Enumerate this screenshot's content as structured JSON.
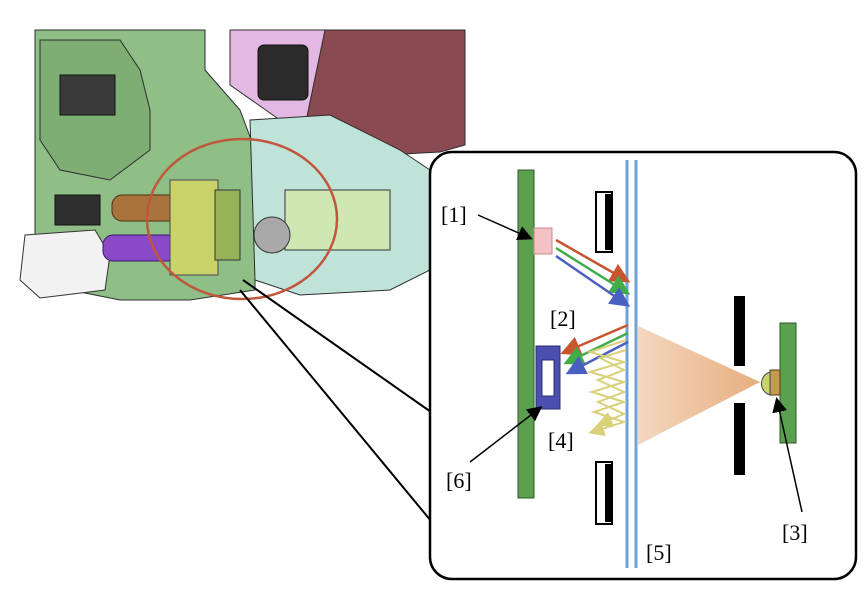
{
  "callouts": {
    "c1": "[1]",
    "c2": "[2]",
    "c3": "[3]",
    "c4": "[4]",
    "c5": "[5]",
    "c6": "[6]"
  },
  "colors": {
    "board_green": "#5aa04e",
    "led_pink": "#f4c2c4",
    "ray_red": "#c8552f",
    "ray_green": "#3fae49",
    "ray_blue": "#4a5fc2",
    "ray_yellow": "#d9d17a",
    "glass_blue": "#6fa3d8",
    "sensor_blue": "#4b4fb0",
    "light_cone": "#e9b68b",
    "highlight_circle": "#c0573d"
  }
}
